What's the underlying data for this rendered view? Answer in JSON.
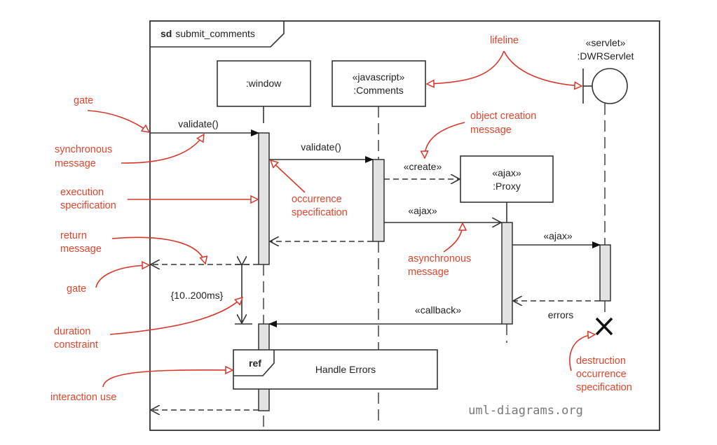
{
  "frame": {
    "keyword": "sd",
    "name": "submit_comments"
  },
  "lifelines": [
    {
      "name": ":window",
      "stereotype": ""
    },
    {
      "name": ":Comments",
      "stereotype": "«javascript»"
    },
    {
      "name": ":Proxy",
      "stereotype": "«ajax»"
    },
    {
      "name": ":DWRServlet",
      "stereotype": "«servlet»",
      "shape": "boundary"
    }
  ],
  "messages": {
    "validate1": "validate()",
    "validate2": "validate()",
    "create": "«create»",
    "ajax1": "«ajax»",
    "ajax2": "«ajax»",
    "errors": "errors",
    "callback": "«callback»"
  },
  "duration_constraint": "{10..200ms}",
  "interaction_use": {
    "tag": "ref",
    "name": "Handle Errors"
  },
  "watermark": "uml-diagrams.org",
  "annotations": {
    "gate_top": "gate",
    "sync": [
      "synchronous",
      "message"
    ],
    "exec": [
      "execution",
      "specification"
    ],
    "ret": [
      "return",
      "message"
    ],
    "gate_bottom": "gate",
    "duration": [
      "duration",
      "constraint"
    ],
    "interaction": "interaction use",
    "occurrence": [
      "occurrence",
      "specification"
    ],
    "lifeline": "lifeline",
    "creation": [
      "object creation",
      "message"
    ],
    "async": [
      "asynchronous",
      "message"
    ],
    "destruction": [
      "destruction",
      "occurrence",
      "specification"
    ]
  },
  "colors": {
    "annotation": "#e0452b",
    "activation": "#e2e2e2",
    "line": "#333333"
  }
}
